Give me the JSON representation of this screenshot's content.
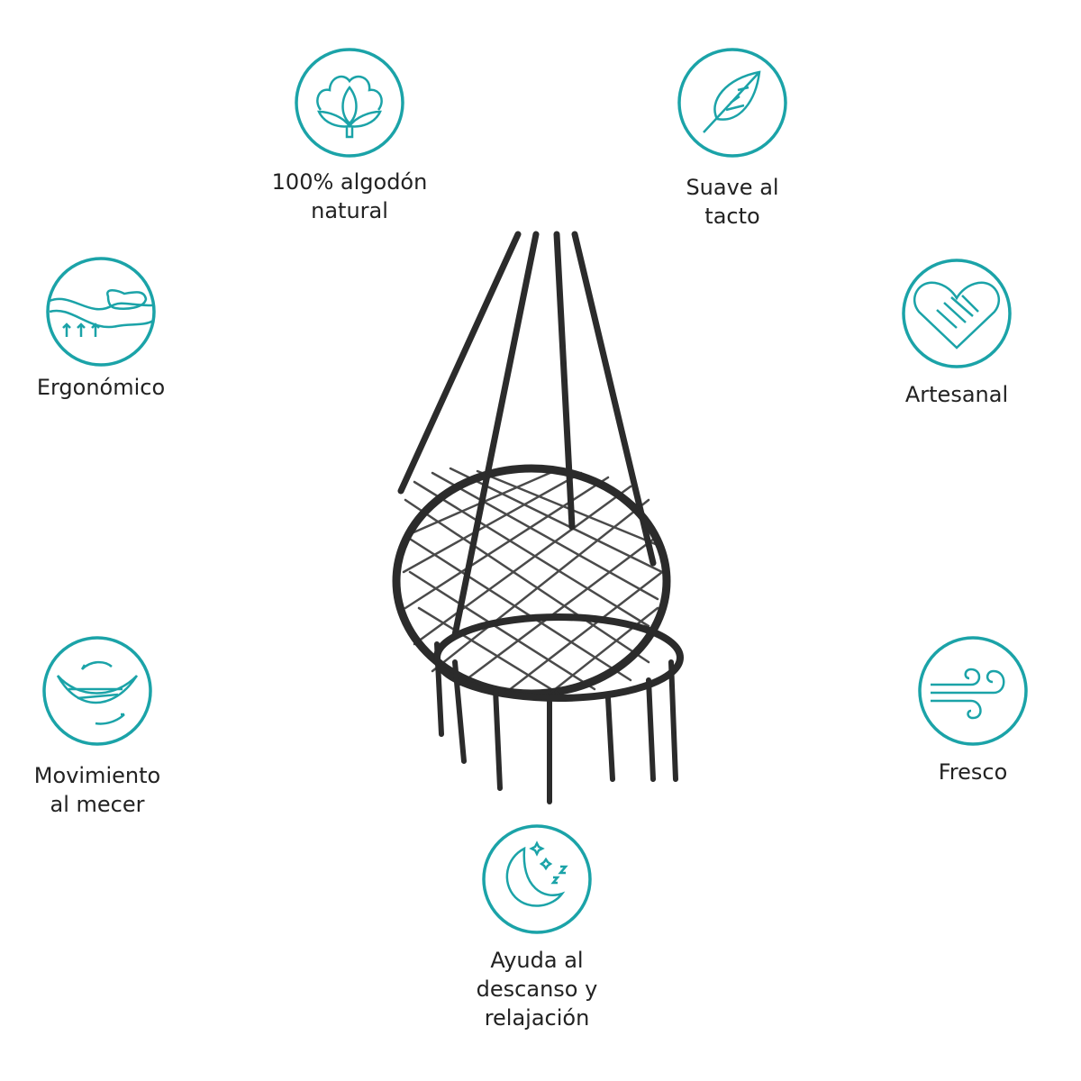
{
  "accent_color": "#1ba3a8",
  "features": [
    {
      "icon": "cotton-icon",
      "lines": [
        "100% algodón",
        "natural"
      ]
    },
    {
      "icon": "feather-icon",
      "lines": [
        "Suave al",
        "tacto"
      ]
    },
    {
      "icon": "ergonomic-icon",
      "lines": [
        "Ergonómico"
      ]
    },
    {
      "icon": "heart-hands-icon",
      "lines": [
        "Artesanal"
      ]
    },
    {
      "icon": "hammock-swing-icon",
      "lines": [
        "Movimiento",
        "al mecer"
      ]
    },
    {
      "icon": "wind-icon",
      "lines": [
        "Fresco"
      ]
    },
    {
      "icon": "moon-sleep-icon",
      "lines": [
        "Ayuda al",
        "descanso y",
        "relajación"
      ]
    }
  ]
}
